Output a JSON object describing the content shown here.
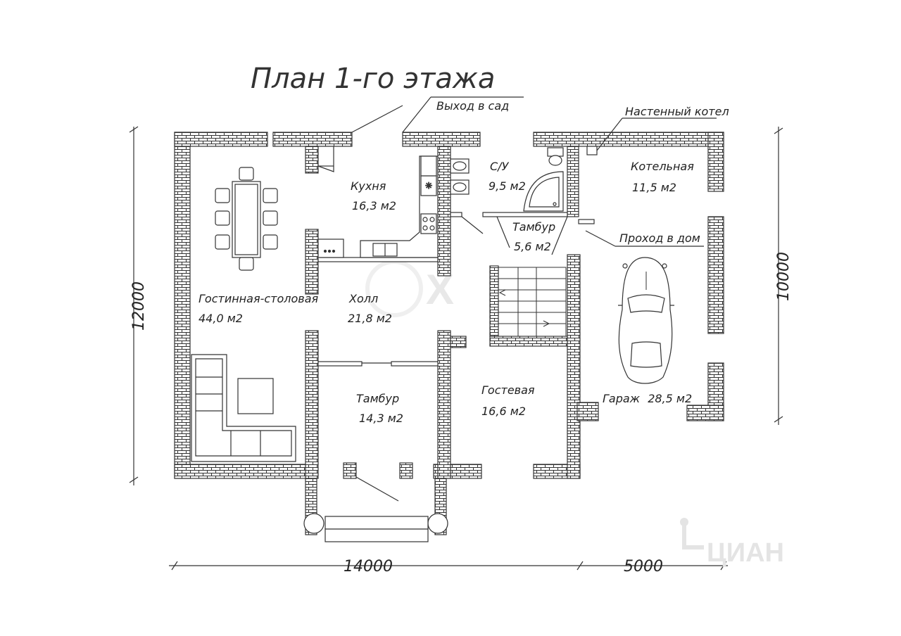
{
  "title": "План 1-го этажа",
  "callouts": {
    "garden_exit": "Выход в сад",
    "boiler_wall": "Настенный котел",
    "house_pass": "Проход в дом"
  },
  "rooms": {
    "living": {
      "name": "Гостинная-столовая",
      "area": "44,0 м2"
    },
    "kitchen": {
      "name": "Кухня",
      "area": "16,3 м2"
    },
    "bath": {
      "name": "С/У",
      "area": "9,5 м2"
    },
    "boiler": {
      "name": "Котельная",
      "area": "11,5 м2"
    },
    "tambour_small": {
      "name": "Тамбур",
      "area": "5,6 м2"
    },
    "hall": {
      "name": "Холл",
      "area": "21,8 м2"
    },
    "tambour_main": {
      "name": "Тамбур",
      "area": "14,3 м2"
    },
    "guest": {
      "name": "Гостевая",
      "area": "16,6 м2"
    },
    "garage": {
      "name": "Гараж",
      "area": "28,5 м2"
    }
  },
  "dimensions": {
    "width_house": "14000",
    "width_garage": "5000",
    "height_house": "12000",
    "height_garage": "10000"
  },
  "watermark": "ЦИАН"
}
